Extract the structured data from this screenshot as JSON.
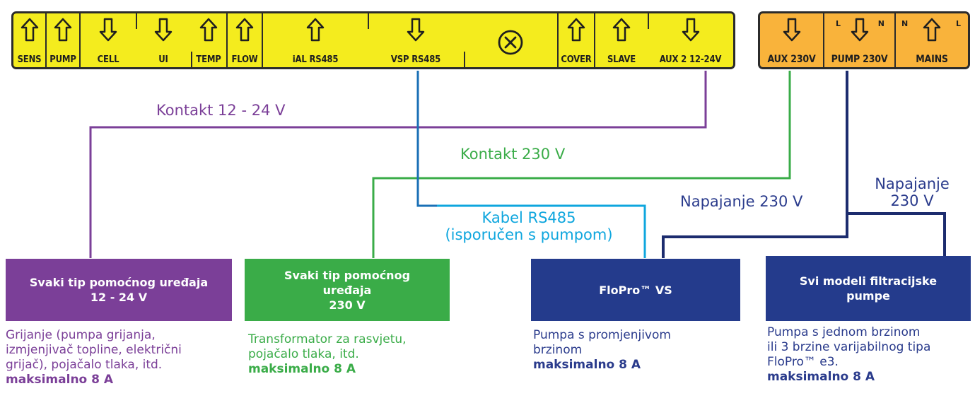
{
  "colors": {
    "panel_main": "#f4ec1e",
    "panel_power": "#f9b33b",
    "purple": "#7b3f98",
    "green": "#3aac48",
    "light_blue": "#0ea6de",
    "mid_blue": "#1a70b6",
    "navy": "#1c2c6e",
    "box_navy": "#243b8c",
    "label_navy": "#2a3b8c"
  },
  "main_panel": {
    "terminals": [
      {
        "label": "SENS",
        "arrow": "up-arrow-icon"
      },
      {
        "label": "PUMP",
        "arrow": "up-arrow-icon"
      },
      {
        "label": "CELL",
        "arrow": "down-arrow-icon"
      },
      {
        "label": "UI",
        "arrow": "down-arrow-icon"
      },
      {
        "label": "TEMP",
        "arrow": "up-arrow-icon"
      },
      {
        "label": "FLOW",
        "arrow": "up-arrow-icon"
      },
      {
        "label": "iAL RS485",
        "arrow": "up-arrow-icon"
      },
      {
        "label": "VSP RS485",
        "arrow": "down-arrow-icon"
      },
      {
        "label": "",
        "arrow": "circle-x-icon"
      },
      {
        "label": "COVER",
        "arrow": "up-arrow-icon"
      },
      {
        "label": "SLAVE",
        "arrow": "up-arrow-icon"
      },
      {
        "label": "AUX 2 12-24V",
        "arrow": "down-arrow-icon"
      }
    ]
  },
  "power_panel": {
    "terminals": [
      {
        "label": "AUX 230V",
        "arrow": "down-arrow-icon"
      },
      {
        "label": "PUMP 230V",
        "arrow": "down-arrow-icon",
        "left_mark": "L",
        "right_mark": "N"
      },
      {
        "label": "MAINS",
        "arrow": "up-arrow-icon",
        "left_mark": "N",
        "right_mark": "L"
      }
    ]
  },
  "wires": {
    "contact_low": "Kontakt 12 - 24 V",
    "contact_high": "Kontakt 230 V",
    "rs485": [
      "Kabel RS485",
      "(isporučen s pumpom)"
    ],
    "supply_vs": "Napajanje 230 V",
    "supply_filter": [
      "Napajanje",
      "230 V"
    ]
  },
  "devices": [
    {
      "title": [
        "Svaki tip pomoćnog uređaja",
        "12 - 24 V"
      ],
      "desc": [
        "Grijanje (pumpa grijanja,",
        "izmjenjivač topline, električni",
        "grijač), pojačalo tlaka, itd."
      ],
      "limit": "maksimalno 8 A"
    },
    {
      "title": [
        "Svaki tip pomoćnog",
        "uređaja",
        "230 V"
      ],
      "desc": [
        "Transformator za rasvjetu,",
        "pojačalo tlaka, itd."
      ],
      "limit": "maksimalno 8 A"
    },
    {
      "title": [
        "FloPro™ VS"
      ],
      "desc": [
        "Pumpa s promjenjivom",
        "brzinom"
      ],
      "limit": "maksimalno 8 A"
    },
    {
      "title": [
        "Svi modeli filtracijske",
        "pumpe"
      ],
      "desc": [
        "Pumpa s jednom brzinom",
        "ili 3 brzine varijabilnog tipa",
        "FloPro™ e3."
      ],
      "limit": "maksimalno 8 A"
    }
  ]
}
